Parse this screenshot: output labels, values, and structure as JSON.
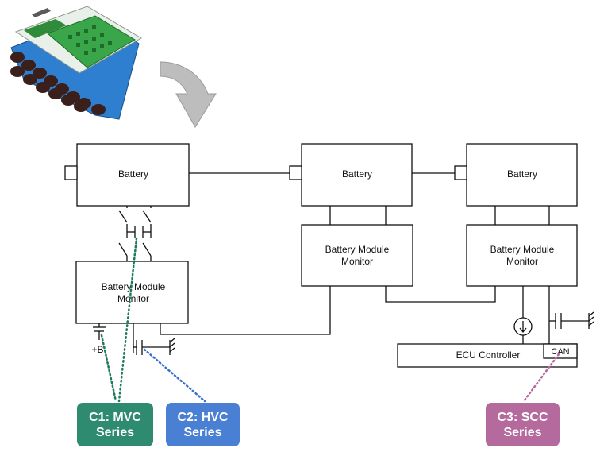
{
  "diagram": {
    "modules": [
      {
        "battery_label": "Battery",
        "monitor_line1": "Battery Module",
        "monitor_line2": "Monitor"
      },
      {
        "battery_label": "Battery",
        "monitor_line1": "Battery Module",
        "monitor_line2": "Monitor"
      },
      {
        "battery_label": "Battery",
        "monitor_line1": "Battery Module",
        "monitor_line2": "Monitor"
      }
    ],
    "plus_b_label": "+B",
    "ecu_label": "ECU Controller",
    "can_label": "CAN",
    "icons": [
      "battery-pack-photo",
      "curved-arrow-icon",
      "capacitor-icon",
      "ground-icon",
      "current-source-icon",
      "switch-icon"
    ],
    "callouts": [
      {
        "line1": "C1: MVC",
        "line2": "Series",
        "color": "#2e8b70",
        "link_color": "#1f7a5a"
      },
      {
        "line1": "C2: HVC",
        "line2": "Series",
        "color": "#4a80d4",
        "link_color": "#3a6fcf"
      },
      {
        "line1": "C3: SCC",
        "line2": "Series",
        "color": "#b56a9e",
        "link_color": "#b56a9e"
      }
    ],
    "colors": {
      "line": "#111111",
      "arrow_fill": "#bdbdbd",
      "pack_blue": "#2f7fd0",
      "pcb_green": "#3aa64a"
    }
  }
}
